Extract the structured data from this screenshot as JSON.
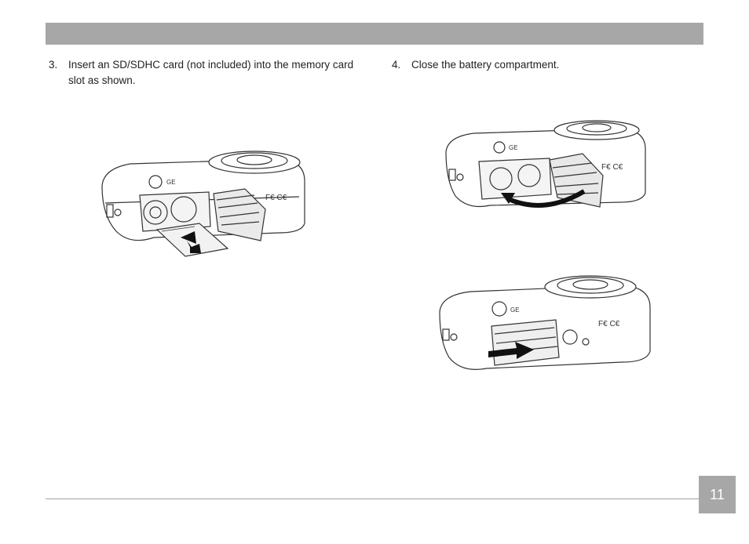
{
  "page": {
    "header_color": "#a7a7a7",
    "page_number": "11"
  },
  "steps": [
    {
      "number": "3.",
      "text": "Insert an SD/SDHC card (not included) into the memory card slot as shown."
    },
    {
      "number": "4.",
      "text": "Close the battery compartment."
    }
  ],
  "illustrations": [
    {
      "name": "insert-sd-card",
      "icons": [
        "camera-icon",
        "sd-card-icon",
        "arrow-up-icon"
      ]
    },
    {
      "name": "close-battery-door",
      "icons": [
        "camera-icon",
        "curved-arrow-icon"
      ]
    },
    {
      "name": "slide-lock-door",
      "icons": [
        "camera-icon",
        "arrow-right-icon"
      ]
    }
  ]
}
